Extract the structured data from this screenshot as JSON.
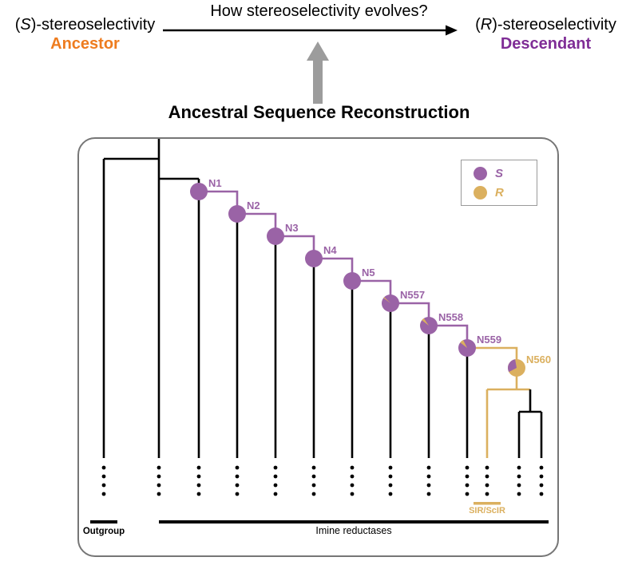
{
  "header": {
    "question": "How stereoselectivity evolves?",
    "asr_label": "Ancestral Sequence Reconstruction",
    "ancestor": {
      "open": "(",
      "letter": "S",
      "rest": ")-stereoselectivity",
      "role": "Ancestor"
    },
    "descendant": {
      "open": "(",
      "letter": "R",
      "rest": ")-stereoselectivity",
      "role": "Descendant"
    }
  },
  "legend": {
    "items": [
      {
        "label": "S"
      },
      {
        "label": "R"
      }
    ]
  },
  "tree": {
    "nodes": [
      {
        "id": "N1",
        "s_frac": 1.0
      },
      {
        "id": "N2",
        "s_frac": 1.0
      },
      {
        "id": "N3",
        "s_frac": 1.0
      },
      {
        "id": "N4",
        "s_frac": 1.0
      },
      {
        "id": "N5",
        "s_frac": 1.0
      },
      {
        "id": "N557",
        "s_frac": 0.98
      },
      {
        "id": "N558",
        "s_frac": 0.95
      },
      {
        "id": "N559",
        "s_frac": 0.93
      },
      {
        "id": "N560",
        "s_frac": 0.3
      }
    ],
    "outgroup_label": "Outgroup",
    "ingroup_label": "Imine reductases",
    "sir_label": "SIR/ScIR"
  },
  "colors": {
    "purple": "#9a63a6",
    "descendant_purple": "#7f2d96",
    "tan": "#dbb05f",
    "orange": "#ee7c1f",
    "arrow_gray": "#9c9c9c"
  }
}
